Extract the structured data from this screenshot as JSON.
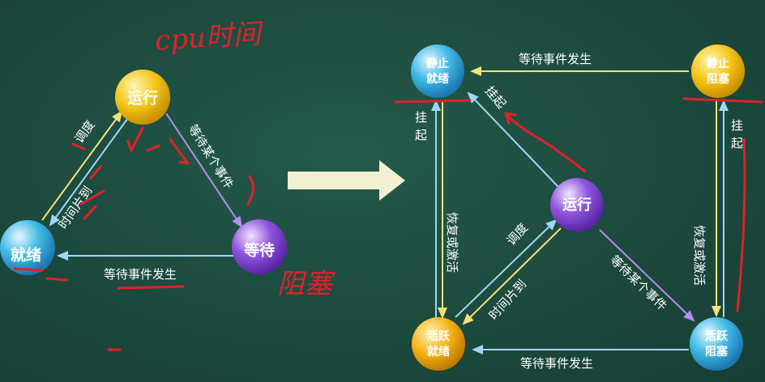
{
  "left_diagram": {
    "nodes": {
      "running": "运行",
      "ready": "就绪",
      "waiting": "等待"
    },
    "edges": {
      "schedule": "调度",
      "time_slice": "时间片到",
      "wait_event": "等待某个事件",
      "event_occurs": "等待事件发生"
    }
  },
  "right_diagram": {
    "nodes": {
      "static_ready": [
        "静止",
        "就绪"
      ],
      "static_blocked": [
        "静止",
        "阻塞"
      ],
      "running": "运行",
      "active_ready": [
        "活跃",
        "就绪"
      ],
      "active_blocked": [
        "活跃",
        "阻塞"
      ]
    },
    "edges": {
      "top_event": "等待事件发生",
      "bottom_event": "等待事件发生",
      "suspend_left": "挂起",
      "suspend_right": "挂起",
      "suspend_diag": "挂起",
      "resume_left": "恢复或激活",
      "resume_right": "恢复或激活",
      "schedule": "调度",
      "time_slice": "时间片到",
      "wait_event": "等待某个事件"
    }
  },
  "annotations": {
    "cpu_time": "cpu时间",
    "blocked": "阻塞"
  },
  "colors": {
    "background": "#1d4a3e",
    "running_node": "#f5c518",
    "ready_node": "#38b6e0",
    "waiting_node": "#8a4fd6",
    "static_ready_node": "#3fb8e4",
    "static_blocked_node": "#f2c21a",
    "active_ready_node": "#f5b316",
    "active_blocked_node": "#2f9fdc",
    "arrow_yellow": "#f6e27a",
    "arrow_blue": "#9fd8f5",
    "arrow_purple": "#b58cf0",
    "handwriting": "#e0212b",
    "big_arrow": "#f1f0d2"
  }
}
